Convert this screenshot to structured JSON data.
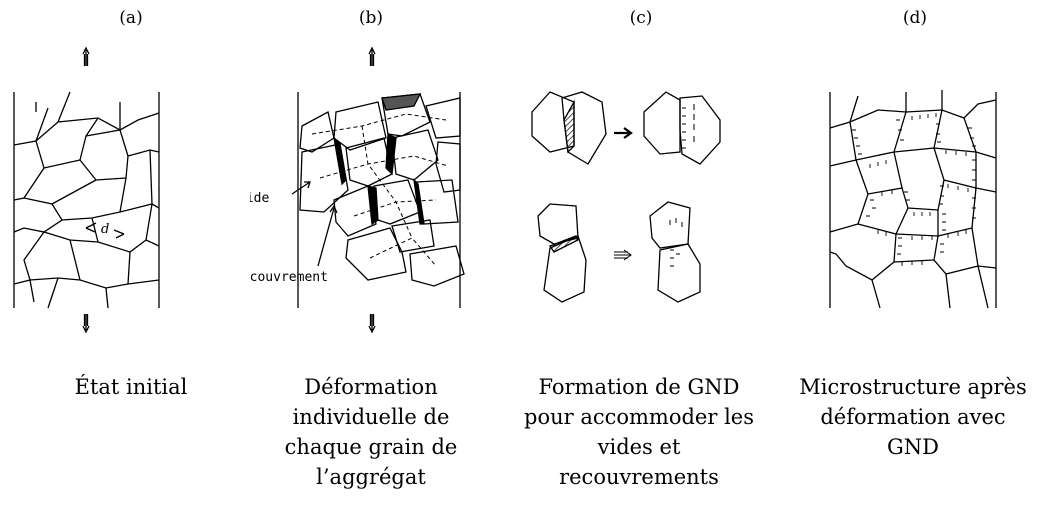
{
  "panels": [
    {
      "label": "(a)",
      "caption": [
        "État initial"
      ],
      "d_label": "d"
    },
    {
      "label": "(b)",
      "caption": [
        "Déformation",
        "individuelle de",
        "chaque grain de",
        "l’aggrégat"
      ],
      "void_label": "Vide",
      "overlap_label": "Recouvrement"
    },
    {
      "label": "(c)",
      "caption": [
        "Formation de GND",
        "pour accommoder les",
        "vides et",
        "recouvrements"
      ]
    },
    {
      "label": "(d)",
      "caption": [
        "Microstructure après",
        "déformation avec",
        "GND"
      ]
    }
  ]
}
